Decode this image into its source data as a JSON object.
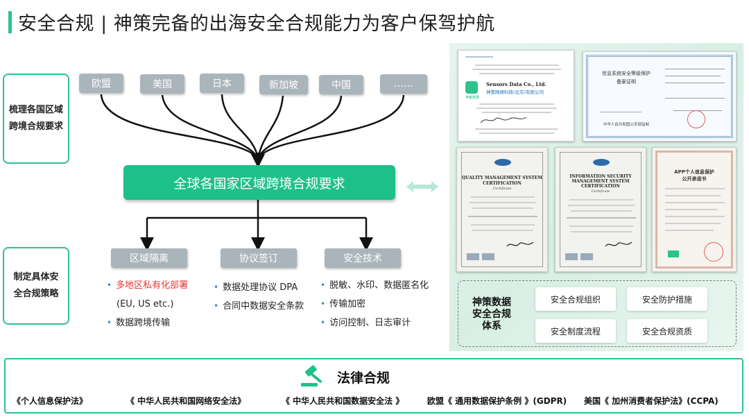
{
  "title": "安全合规 | 神策完备的出海安全合规能力为客户保驾护航",
  "left_boxes": {
    "top": [
      "梳理各国区域",
      "跨境合规要求"
    ],
    "bottom": [
      "制定具体安",
      "全合规策略"
    ]
  },
  "regions": [
    "欧盟",
    "美国",
    "日本",
    "新加坡",
    "中国",
    "……"
  ],
  "main_banner": "全球各国家区域跨境合规要求",
  "categories": [
    "区域隔离",
    "协议签订",
    "安全技术"
  ],
  "col1": {
    "item1": "多地区私有化部署",
    "item1_sub": "(EU, US etc.)",
    "item2": "数据跨境传输"
  },
  "col2": [
    "数据处理协议 DPA",
    "合同中数据安全条款"
  ],
  "col3": [
    "脱敏、水印、数据匿名化",
    "传输加密",
    "访问控制、日志审计"
  ],
  "certs": {
    "cmmi": {
      "company_en": "Sensors Data Co., Ltd.",
      "company_cn": "神策网络科技(北京)有限公司",
      "logo_text": "神策数据"
    },
    "mlps": {
      "title_line1": "信息系统安全等级保护",
      "title_line2": "备案证明",
      "issuer": "中华人民共和国公安部监制"
    },
    "iso9001": {
      "head": "QUALITY MANAGEMENT SYSTEM",
      "sub": "CERTIFICATION",
      "cert": "Certificate"
    },
    "iso27001": {
      "head": "INFORMATION SECURITY",
      "head2": "MANAGEMENT SYSTEM",
      "sub": "CERTIFICATION",
      "cert": "Certificate"
    },
    "app": {
      "line1": "APP个人信息保护",
      "line2": "公开承诺书"
    }
  },
  "system": {
    "title": [
      "神策数据",
      "安全合规",
      "体系"
    ],
    "items": [
      "安全合规组织",
      "安全防护措施",
      "安全制度流程",
      "安全合规资质"
    ]
  },
  "law": {
    "title": "法律合规",
    "items": [
      "《个人信息保护法》",
      "《 中华人民共和国网络安全法》",
      "《 中华人民共和国数据安全法 》",
      "欧盟《 通用数据保护条例 》(GDPR)",
      "美国《 加州消费者保护法》(CCPA)"
    ]
  },
  "colors": {
    "accent": "#1ec08a",
    "tag_gray": "#aab4bb",
    "bullet_blue": "#2a8fd6",
    "highlight_red": "#e53935"
  }
}
